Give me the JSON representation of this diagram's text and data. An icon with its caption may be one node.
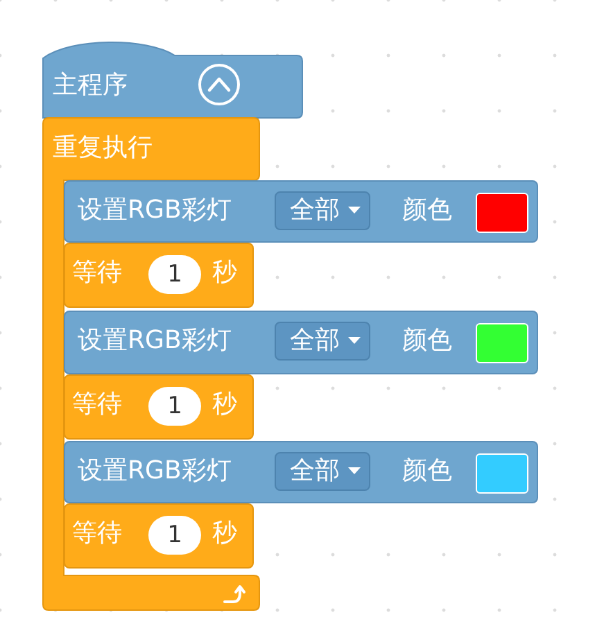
{
  "diagram": {
    "nodes": [
      {
        "text": [
          "主程序"
        ]
      },
      {
        "text": [
          "重复执行"
        ]
      },
      {
        "text": [
          "设置RGB彩灯",
          "全部",
          "颜色"
        ]
      },
      {
        "text": [],
        "shape": "box",
        "in": 2
      },
      {
        "text": [
          "等待",
          "1",
          "秒"
        ],
        "in": 1
      },
      {
        "text": [
          "设置RGB彩灯",
          "全部",
          "颜色"
        ]
      },
      {
        "text": [],
        "shape": "box",
        "in": 5
      },
      {
        "text": [
          "等待",
          "1",
          "秒"
        ],
        "in": 1
      },
      {
        "text": [
          "设置RGB彩灯",
          "全部",
          "颜色"
        ]
      },
      {
        "text": [],
        "shape": "box",
        "in": 8
      },
      {
        "text": [
          "等待",
          "1",
          "秒"
        ],
        "in": 1
      }
    ],
    "edges": []
  }
}
